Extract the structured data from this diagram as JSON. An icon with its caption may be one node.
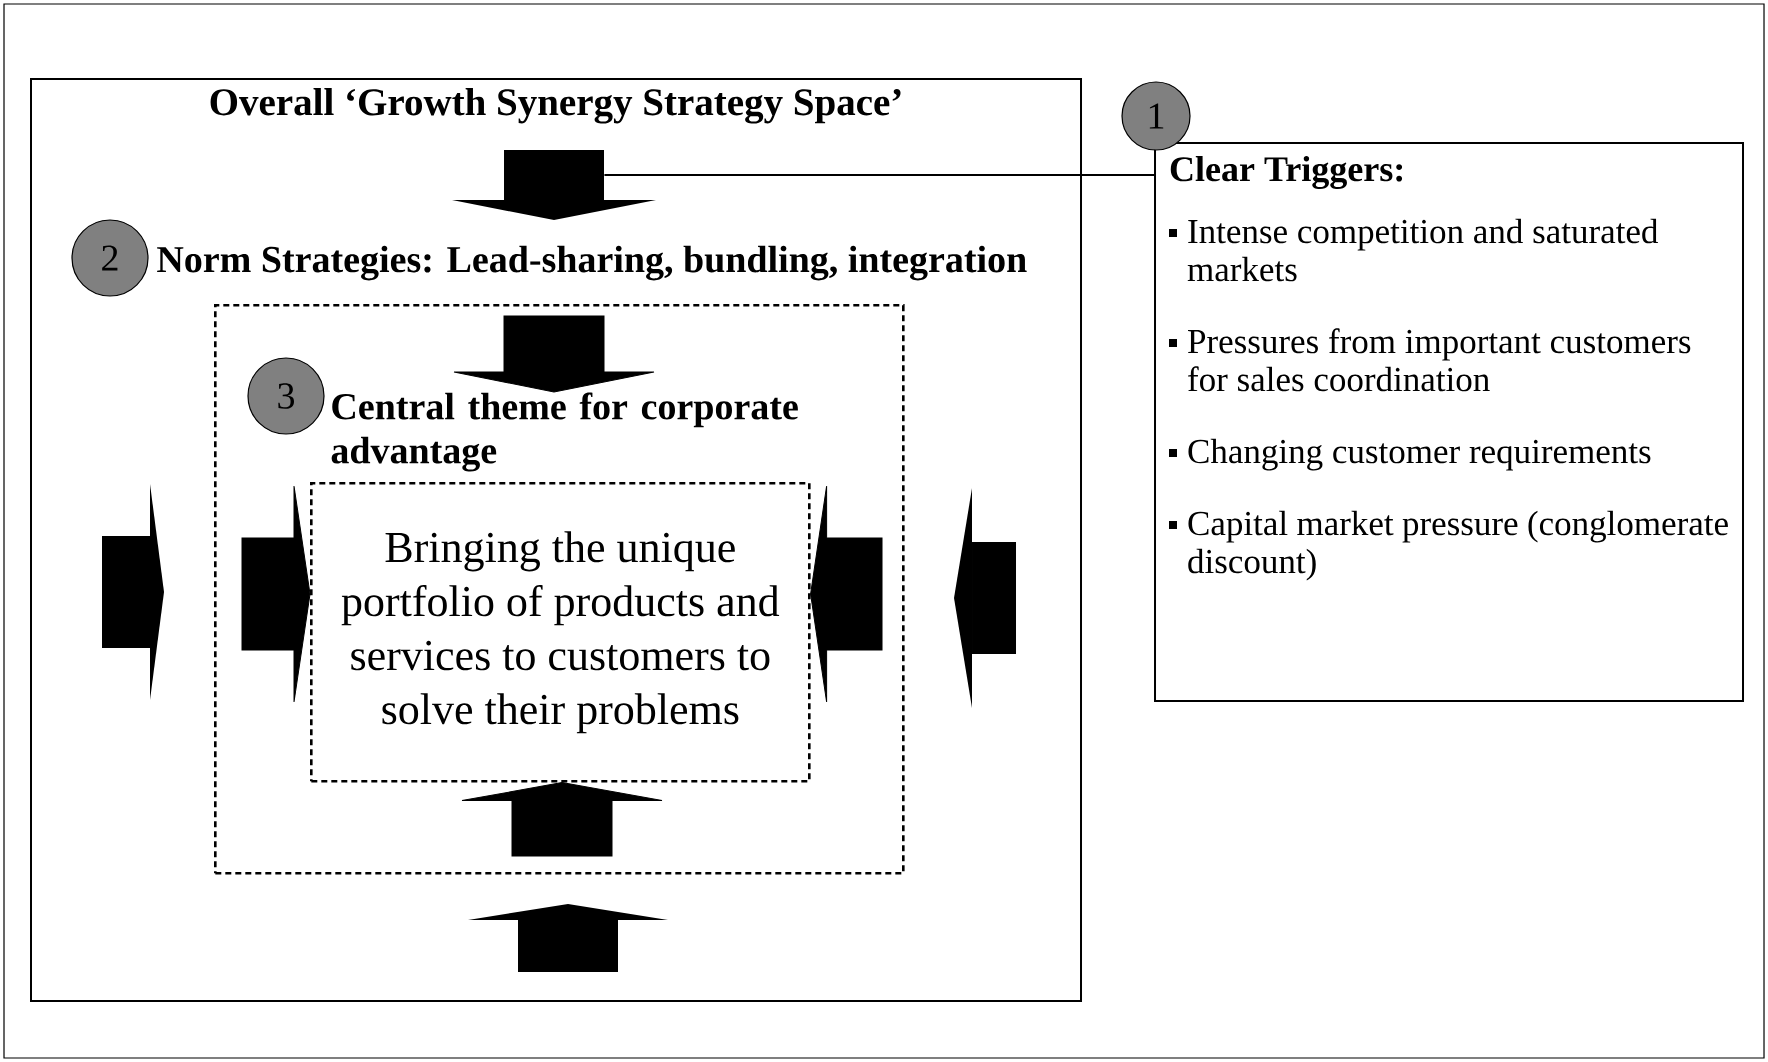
{
  "diagram": {
    "nodes": [
      {
        "text": [
          "Overall ‘Growth Synergy Strategy Space’"
        ]
      },
      {
        "text": [
          "2"
        ],
        "in": 0
      },
      {
        "text": [
          "Norm Strategies: Lead-sharing, bundling, integration"
        ],
        "in": 0
      },
      {
        "text": [
          "3"
        ],
        "in": 2
      },
      {
        "text": [
          "Central theme for corporate advantage",
          "Bringing the unique portfolio of products and services to customers to solve their problems"
        ],
        "in": 2
      },
      {
        "text": [
          "1"
        ]
      },
      {
        "text": [
          "Clear Triggers:",
          "Intense competition and saturated markets",
          "Pressures from important customers for sales coordination",
          "Changing customer requirements",
          "Capital market pressure (conglomerate discount)"
        ]
      },
      {
        "text": [],
        "shape": "arrow",
        "in": 0
      },
      {
        "text": [],
        "shape": "arrow",
        "in": 0
      },
      {
        "text": [],
        "shape": "arrow",
        "in": 0
      },
      {
        "text": [],
        "shape": "arrow",
        "in": 0
      }
    ],
    "edges": [
      {
        "from": 7,
        "to": 6,
        "arrow": "none"
      },
      {
        "from": null,
        "to": 4,
        "arrow": "to"
      },
      {
        "from": null,
        "to": 4,
        "arrow": "to"
      },
      {
        "from": null,
        "to": 4,
        "arrow": "to"
      },
      {
        "from": null,
        "to": 4,
        "arrow": "to"
      }
    ]
  }
}
